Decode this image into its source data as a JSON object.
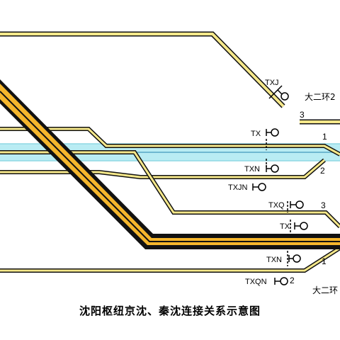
{
  "caption": "沈阳枢纽京沈、秦沈连接关系示意图",
  "colors": {
    "background": "#ffffff",
    "track_fill_yellow": "#f6e88a",
    "track_fill_orange": "#f5b62c",
    "track_fill_cyan": "#b9ecf3",
    "outline": "#111111",
    "signal": "#000000"
  },
  "signals": {
    "txj": "TXJ",
    "tx_upper": "TX",
    "txn_upper": "TXN",
    "txjn": "TXJN",
    "txq": "TXQ",
    "tx_lower": "TX",
    "txn_lower": "TXN",
    "txqn": "TXQN"
  },
  "track_numbers": {
    "upper_3": "3",
    "upper_1": "1",
    "upper_2": "2",
    "lower_3": "3",
    "lower_1": "1",
    "lower_2": "2"
  },
  "destinations": {
    "upper": "大二环2",
    "lower": "大二环"
  }
}
